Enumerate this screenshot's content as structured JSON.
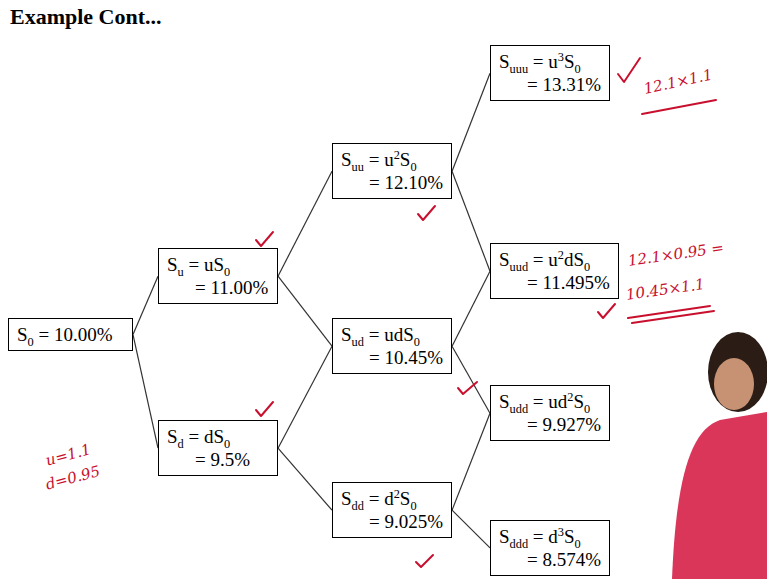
{
  "diagram": {
    "title": "Example Cont...",
    "nodes": [
      {
        "text": [
          "S0 = 10.00%"
        ]
      },
      {
        "text": [
          "Su = uS0",
          "= 11.00%"
        ]
      },
      {
        "text": [
          "Sd = dS0",
          "= 9.5%"
        ]
      },
      {
        "text": [
          "Suu = u2S0",
          "= 12.10%"
        ]
      },
      {
        "text": [
          "Sud = udS0",
          "= 10.45%"
        ]
      },
      {
        "text": [
          "Sdd = d2S0",
          "= 9.025%"
        ]
      },
      {
        "text": [
          "Suuu = u3S0",
          "= 13.31%"
        ]
      },
      {
        "text": [
          "Suud = u2dS0",
          "= 11.495%"
        ]
      },
      {
        "text": [
          "Sudd = ud2S0",
          "= 9.927%"
        ]
      },
      {
        "text": [
          "Sddd = d3S0",
          "= 8.574%"
        ]
      }
    ],
    "edges": [
      {
        "from": 0,
        "to": 1,
        "arrow": "none"
      },
      {
        "from": 0,
        "to": 2,
        "arrow": "none"
      },
      {
        "from": 1,
        "to": 3,
        "arrow": "none"
      },
      {
        "from": 1,
        "to": 4,
        "arrow": "none"
      },
      {
        "from": 2,
        "to": 4,
        "arrow": "none"
      },
      {
        "from": 2,
        "to": 5,
        "arrow": "none"
      },
      {
        "from": 3,
        "to": 6,
        "arrow": "none"
      },
      {
        "from": 3,
        "to": 7,
        "arrow": "none"
      },
      {
        "from": 4,
        "to": 7,
        "arrow": "none"
      },
      {
        "from": 4,
        "to": 8,
        "arrow": "none"
      },
      {
        "from": 5,
        "to": 8,
        "arrow": "none"
      },
      {
        "from": 5,
        "to": 9,
        "arrow": "none"
      }
    ],
    "labels": [
      "12.1×1.1",
      "12.1×0.95 =",
      "10.45×1.1",
      "u=1.1",
      "d=0.95"
    ]
  }
}
